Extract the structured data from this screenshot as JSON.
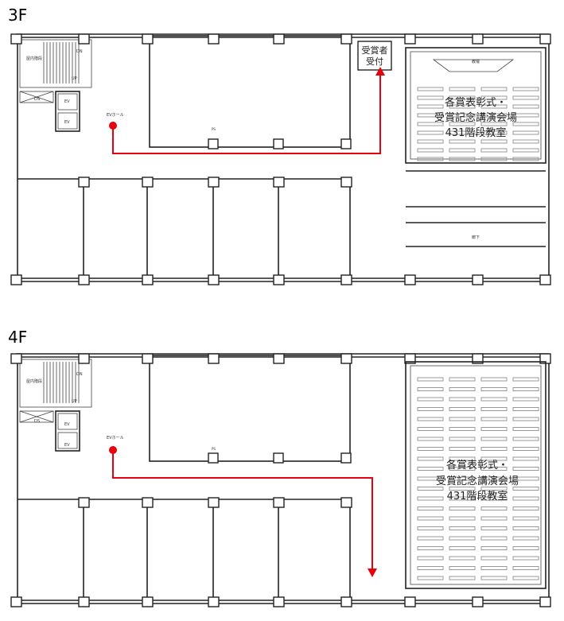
{
  "floors": [
    {
      "title": "3F",
      "stairs_label": "屋内階段",
      "dn_label": "DN",
      "up_label": "UP",
      "ds_label": "DS",
      "ev_label_1": "EV",
      "ev_label_2": "EV",
      "ev_hall_label": "EVホール",
      "podium_label": "教壇",
      "corridor_label": "廊下",
      "ps_label": "PS",
      "reception_label": [
        "受賞者",
        "受付"
      ],
      "venue_label": [
        "各賞表彰式・",
        "受賞記念講演会場",
        "431階段教室"
      ]
    },
    {
      "title": "4F",
      "stairs_label": "屋内階段",
      "dn_label": "DN",
      "up_label": "UP",
      "ds_label": "DS",
      "ev_label_1": "EV",
      "ev_label_2": "EV",
      "ev_hall_label": "EVホール",
      "ps_label": "PS",
      "venue_label": [
        "各賞表彰式・",
        "受賞記念講演会場",
        "431階段教室"
      ]
    }
  ],
  "colors": {
    "route": "#e8000b",
    "wall": "#222222"
  }
}
